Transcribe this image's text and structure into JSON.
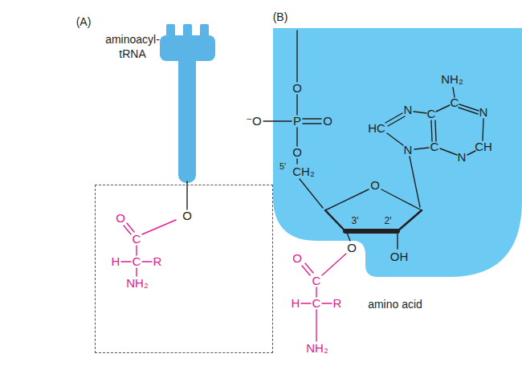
{
  "diagram": {
    "nodes": [
      {
        "text": [
          "O",
          "O",
          "C",
          "H",
          "C",
          "R",
          "NH₂"
        ]
      },
      {
        "text": [
          "O",
          "NH₂",
          "⁻O",
          "P",
          "O",
          "N",
          "C",
          "C",
          "N",
          "HC",
          "O",
          "5′",
          "C",
          "N",
          "CH",
          "CH₂",
          "N",
          "O",
          "3′",
          "2′",
          "OH"
        ]
      }
    ],
    "labels": [
      "(A)",
      "aminoacyl- tRNA",
      "(B)",
      "O",
      "O",
      "C",
      "H",
      "C",
      "R",
      "amino acid",
      "NH₂"
    ]
  }
}
